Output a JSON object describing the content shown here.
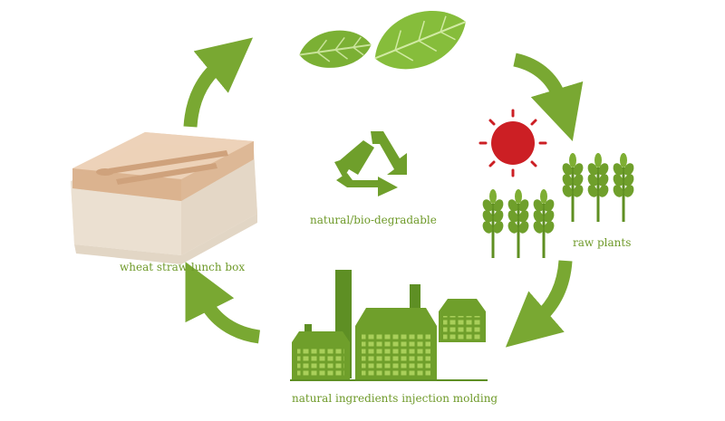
{
  "colors": {
    "green": "#6f9a2a",
    "green_light": "#8fc03d",
    "green_dark": "#4e7a1c",
    "sun": "#cc1f24",
    "box_lid": "#e6c5a6",
    "box_base": "#efe6d9"
  },
  "labels": {
    "center": "natural/bio-degradable",
    "raw_plants": "raw plants",
    "lunch_box": "wheat straw lunch box",
    "factory": "natural ingredients injection molding"
  },
  "icons": {
    "leaves": "leaves-icon",
    "recycle": "recycle-icon",
    "sun": "sun-icon",
    "wheat": "wheat-icon",
    "factory": "factory-icon",
    "lunch_box": "lunch-box-image"
  }
}
